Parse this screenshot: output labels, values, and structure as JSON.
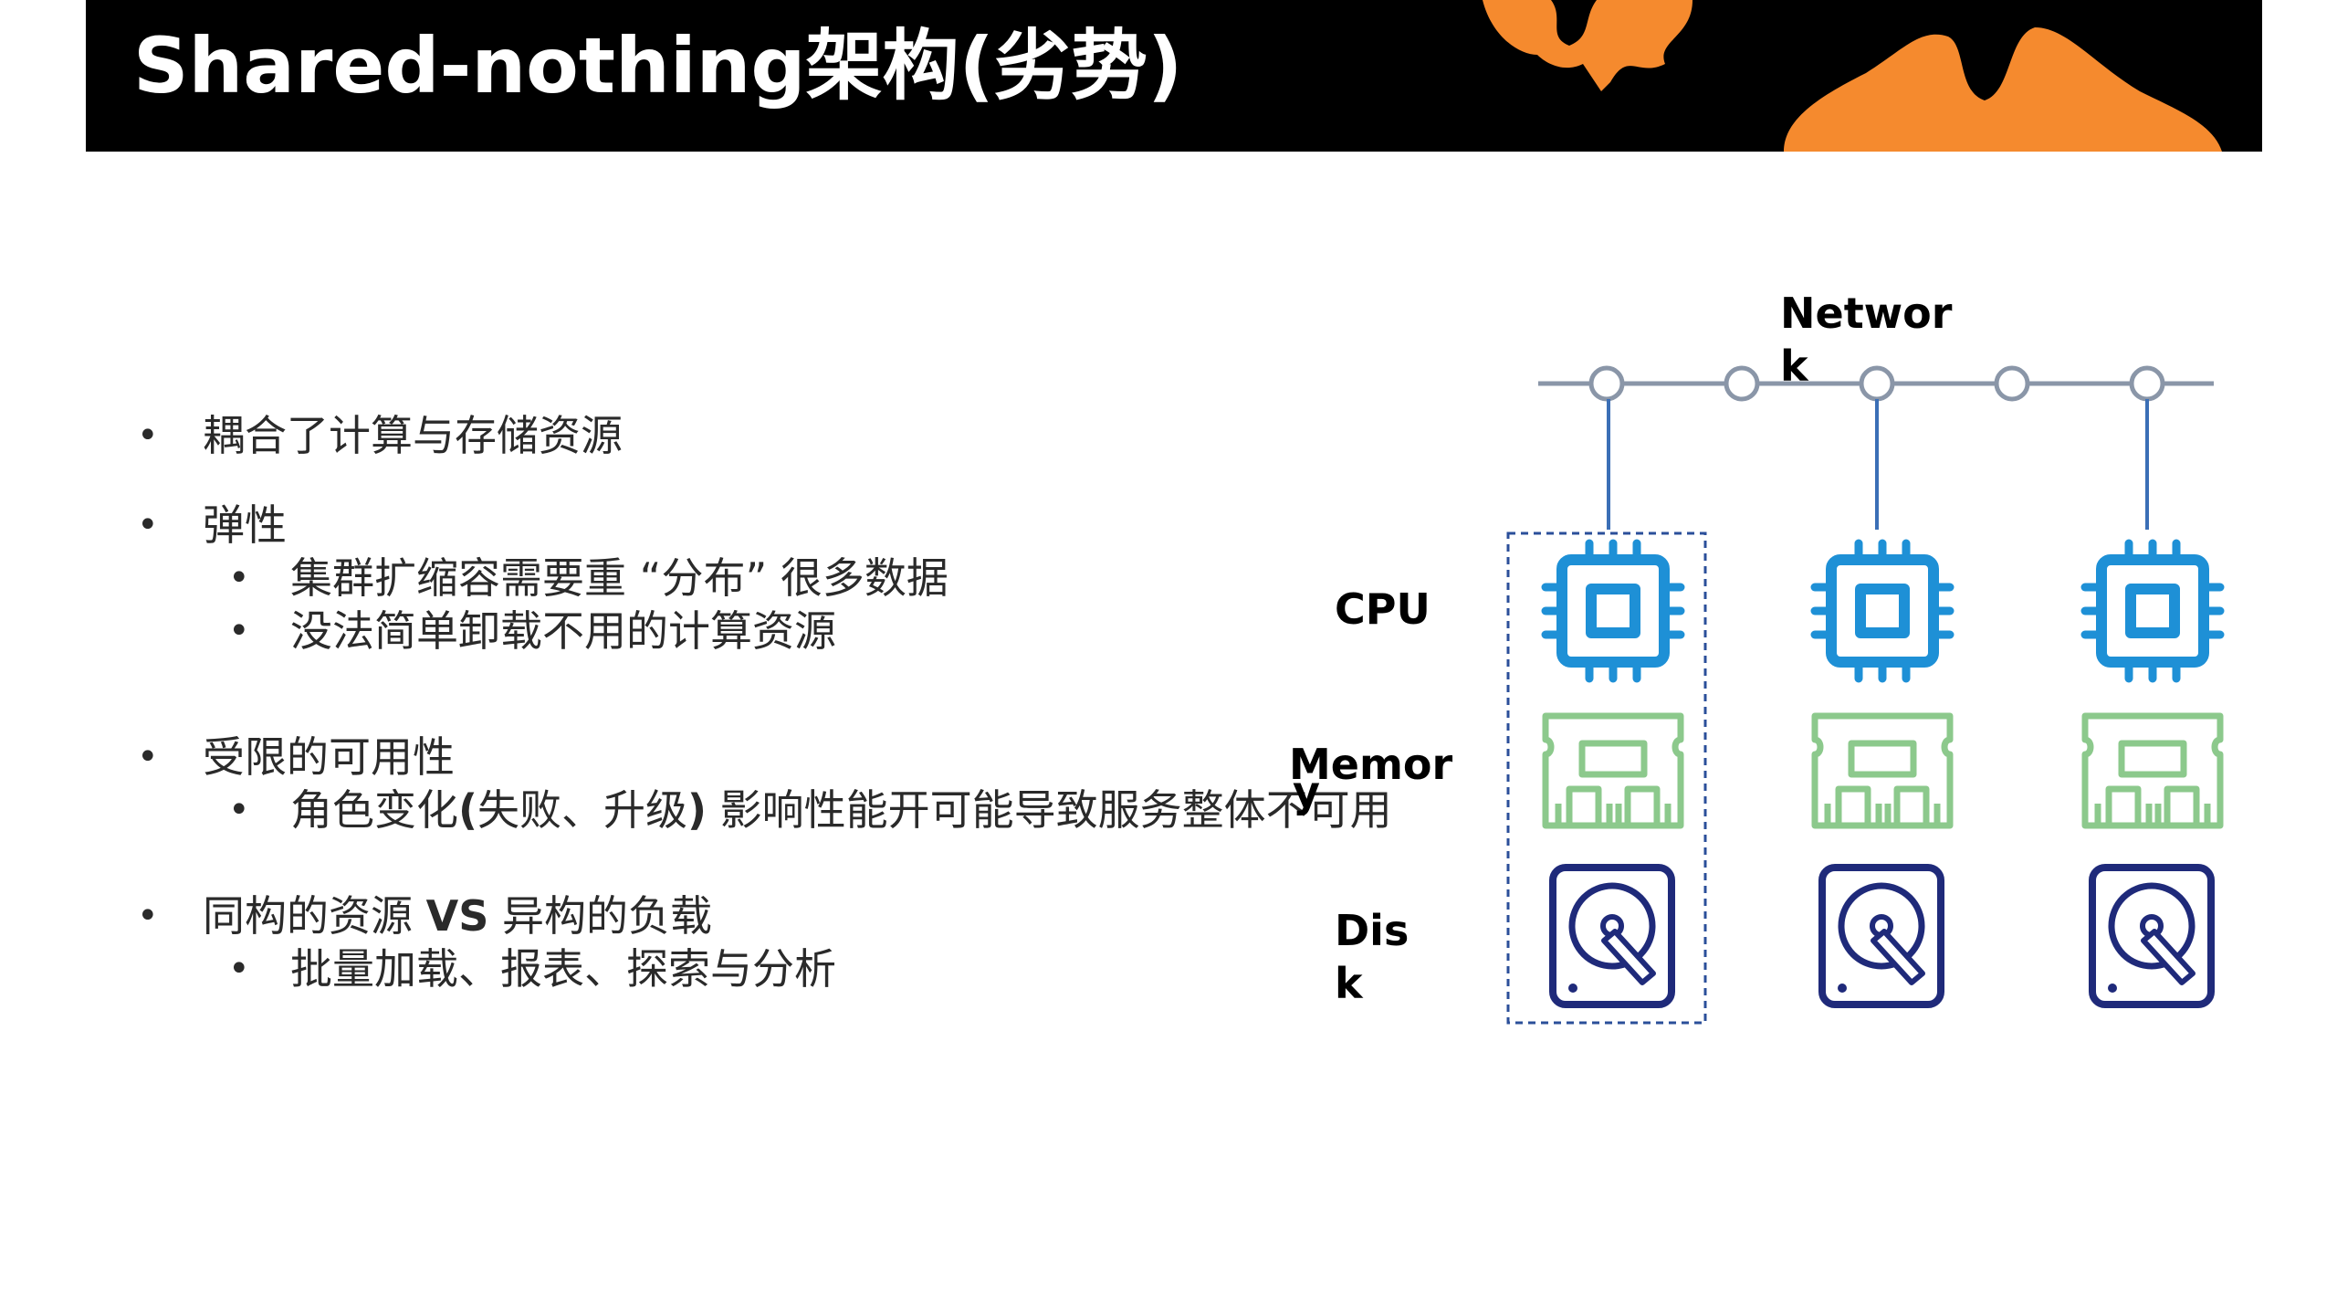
{
  "slide": {
    "title": "Shared-nothing架构(劣势)"
  },
  "bullets": [
    {
      "level": 1,
      "text": "耦合了计算与存储资源"
    },
    {
      "level": 1,
      "text": "弹性"
    },
    {
      "level": 2,
      "text": "集群扩缩容需要重 “分布” 很多数据"
    },
    {
      "level": 2,
      "text": "没法简单卸载不用的计算资源"
    },
    {
      "level": 1,
      "text": "受限的可用性"
    },
    {
      "level": 2,
      "pre": "角色变化",
      "bold": "(",
      "mid": "失败、升级",
      "bold2": ")",
      "post": " 影响性能开可能导致服务整体不可用"
    },
    {
      "level": 1,
      "pre": "同构的资源 ",
      "bold": "VS",
      "post": " 异构的负载"
    },
    {
      "level": 2,
      "text": "批量加载、报表、探索与分析"
    }
  ],
  "diagram": {
    "network_label_1": "Networ",
    "network_label_2": "k",
    "cpu_label": "CPU",
    "memory_label_1": "Memor",
    "memory_label_2": "y",
    "disk_label_1": "Dis",
    "disk_label_2": "k",
    "icons": [
      "cpu-icon",
      "memory-icon",
      "disk-icon"
    ],
    "colors": {
      "cpu": "#1e90d6",
      "memory": "#8cc98c",
      "disk": "#1f2a7a",
      "network_line": "#8a96a8",
      "link_line": "#3b6fb6",
      "dashed_box": "#2b4f9a",
      "accent_orange": "#f58a2e"
    }
  }
}
